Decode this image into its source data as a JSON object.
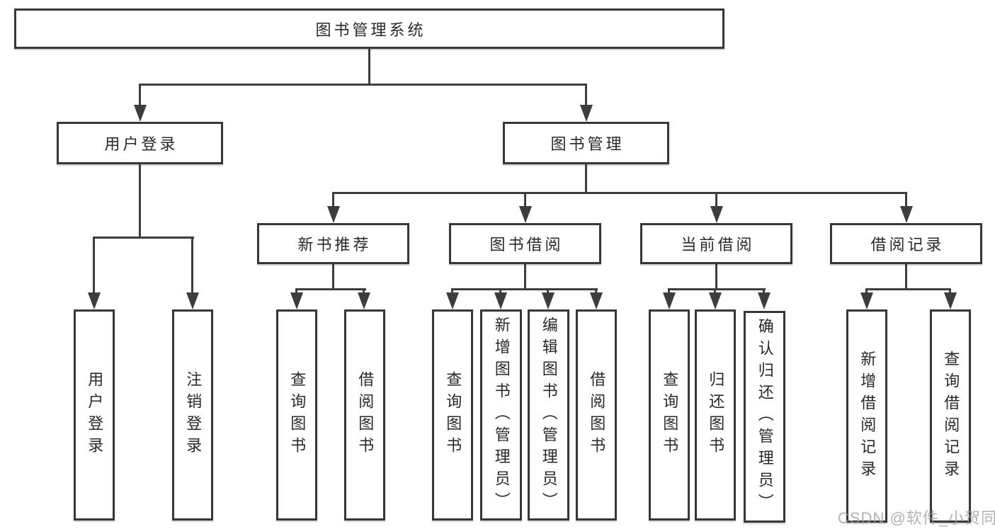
{
  "root": {
    "label": "图书管理系统"
  },
  "level2": [
    {
      "label": "用户登录",
      "children": [
        "用户登录",
        "注销登录"
      ]
    },
    {
      "label": "图书管理",
      "children": [
        "新书推荐",
        "图书借阅",
        "当前借阅",
        "借阅记录"
      ]
    }
  ],
  "level3": [
    {
      "label": "新书推荐",
      "parent": "图书管理"
    },
    {
      "label": "图书借阅",
      "parent": "图书管理"
    },
    {
      "label": "当前借阅",
      "parent": "图书管理"
    },
    {
      "label": "借阅记录",
      "parent": "图书管理"
    }
  ],
  "leaves": [
    {
      "label": "用户登录",
      "parent": "用户登录"
    },
    {
      "label": "注销登录",
      "parent": "用户登录"
    },
    {
      "label": "查询图书",
      "parent": "新书推荐"
    },
    {
      "label": "借阅图书",
      "parent": "新书推荐"
    },
    {
      "label": "查询图书",
      "parent": "图书借阅"
    },
    {
      "label": "新增图书（管理员）",
      "parent": "图书借阅"
    },
    {
      "label": "编辑图书（管理员）",
      "parent": "图书借阅"
    },
    {
      "label": "借阅图书",
      "parent": "图书借阅"
    },
    {
      "label": "查询图书",
      "parent": "当前借阅"
    },
    {
      "label": "归还图书",
      "parent": "当前借阅"
    },
    {
      "label": "确认归还（管理员）",
      "parent": "当前借阅"
    },
    {
      "label": "新增借阅记录",
      "parent": "借阅记录"
    },
    {
      "label": "查询借阅记录",
      "parent": "借阅记录"
    }
  ],
  "watermark": {
    "text": "CSDN @软件_小贺同学"
  },
  "colors": {
    "background": "#ffffff",
    "box_border": "#37373a",
    "connector_line": "#3d3d3d",
    "text": "#29292c",
    "watermark": "#9e9e9e"
  }
}
